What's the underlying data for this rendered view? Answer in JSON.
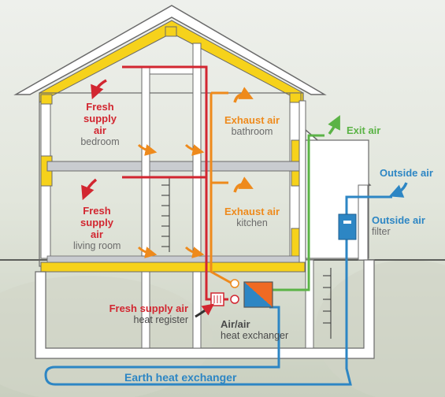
{
  "labels": {
    "fresh_supply_air_bedroom": "Fresh\nsupply air",
    "bedroom": "bedroom",
    "exhaust_air_bathroom": "Exhaust air",
    "bathroom": "bathroom",
    "exit_air": "Exit air",
    "outside_air": "Outside air",
    "outside_air_filter": "Outside air",
    "filter": "filter",
    "fresh_supply_air_living": "Fresh\nsupply air",
    "living_room": "living room",
    "exhaust_air_kitchen": "Exhaust air",
    "kitchen": "kitchen",
    "fresh_supply_air_register": "Fresh supply air",
    "heat_register": "heat register",
    "air_air": "Air/air",
    "heat_exchanger": "heat exchanger",
    "earth_heat_exchanger": "Earth heat exchanger"
  },
  "colors": {
    "fresh_supply": "#d22630",
    "exhaust": "#ee8a1c",
    "exit": "#5bb346",
    "outside": "#2d86c4",
    "insulation": "#f6d21b",
    "wall": "#ffffff",
    "outline": "#6a6a6a"
  }
}
